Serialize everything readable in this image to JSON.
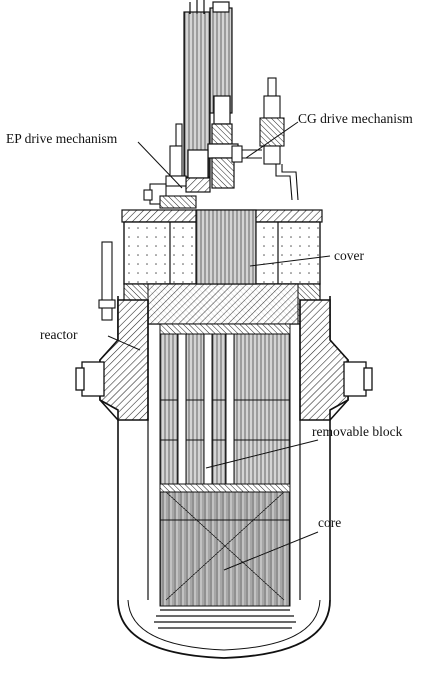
{
  "diagram": {
    "labels": {
      "ep_drive": "EP drive mechanism",
      "cg_drive": "CG drive mechanism",
      "cover": "cover",
      "reactor": "reactor",
      "removable_block": "removable block",
      "core": "core"
    }
  }
}
